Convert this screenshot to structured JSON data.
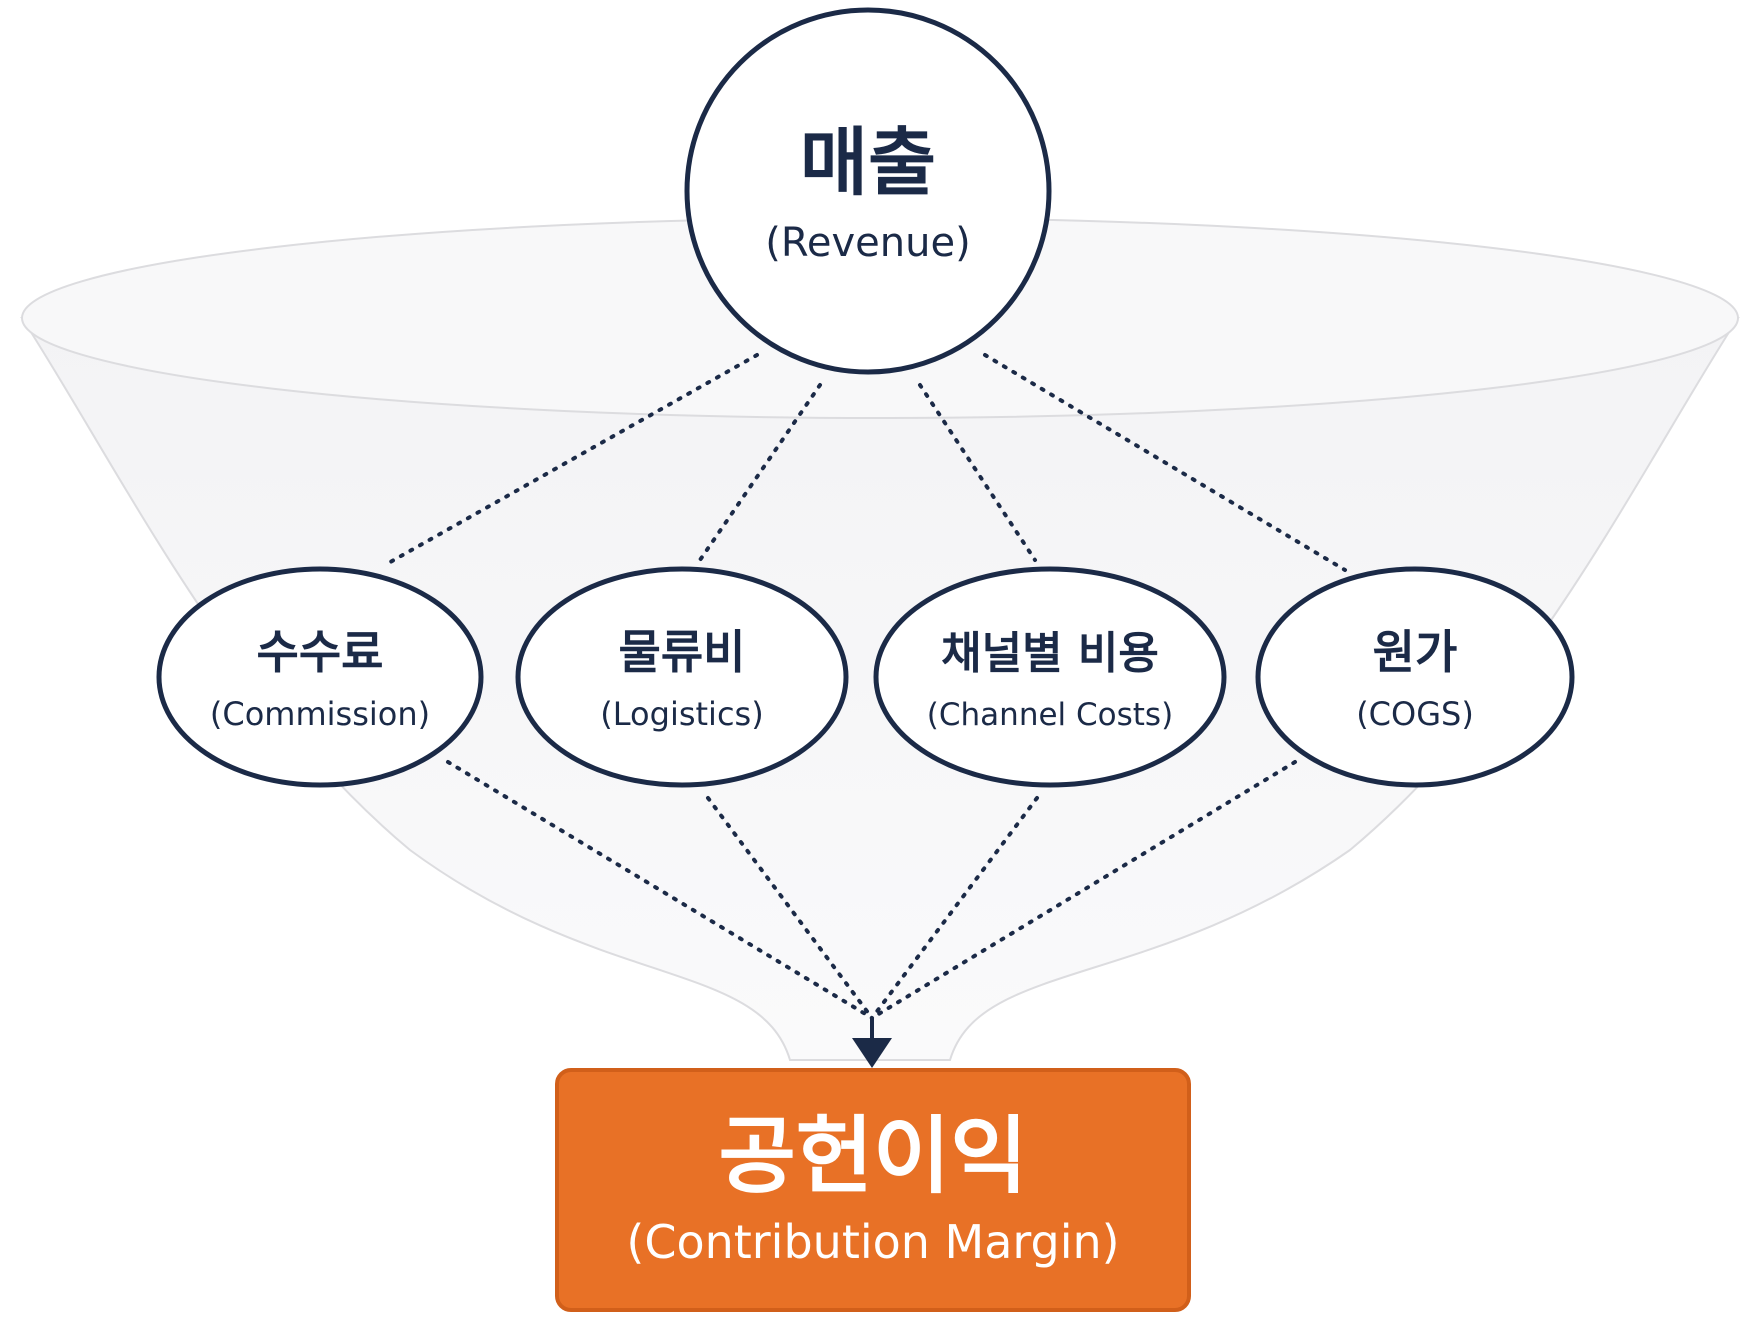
{
  "colors": {
    "background": "#ffffff",
    "funnel_fill": "#f6f6f7",
    "funnel_stroke": "#dcdcdf",
    "node_stroke": "#1b2a47",
    "node_fill": "#ffffff",
    "text": "#1b2a47",
    "connector": "#1b2a47",
    "result_fill": "#e87126",
    "result_stroke": "#d15f1a",
    "result_text": "#ffffff"
  },
  "revenue": {
    "label_ko": "매출",
    "label_en": "(Revenue)"
  },
  "cost_items": [
    {
      "id": "commission",
      "label_ko": "수수료",
      "label_en": "(Commission)"
    },
    {
      "id": "logistics",
      "label_ko": "물류비",
      "label_en": "(Logistics)"
    },
    {
      "id": "channel-costs",
      "label_ko": "채널별 비용",
      "label_en": "(Channel Costs)"
    },
    {
      "id": "cogs",
      "label_ko": "원가",
      "label_en": "(COGS)"
    }
  ],
  "result": {
    "label_ko": "공헌이익",
    "label_en": "(Contribution Margin)"
  }
}
